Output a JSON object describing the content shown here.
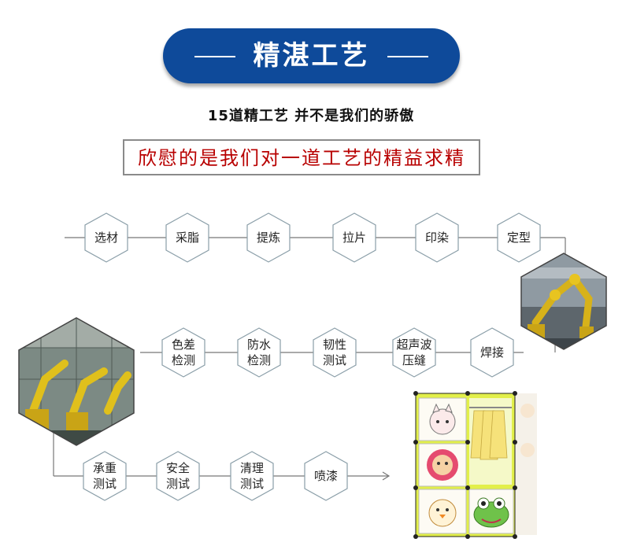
{
  "header": {
    "title": "精湛工艺"
  },
  "subtitle": "15道精工艺 并不是我们的骄傲",
  "highlight": "欣慰的是我们对一道工艺的精益求精",
  "flow": {
    "row1": [
      "选材",
      "采脂",
      "提炼",
      "拉片",
      "印染",
      "定型"
    ],
    "row2": [
      [
        "色差",
        "检测"
      ],
      [
        "防水",
        "检测"
      ],
      [
        "韧性",
        "测试"
      ],
      [
        "超声波",
        "压缝"
      ],
      [
        "焊接"
      ]
    ],
    "row3": [
      [
        "承重",
        "测试"
      ],
      [
        "安全",
        "测试"
      ],
      [
        "清理",
        "测试"
      ],
      [
        "喷漆"
      ]
    ]
  },
  "colors": {
    "banner": "#0e4a9a",
    "highlight_text": "#b80000",
    "line": "#777777"
  }
}
